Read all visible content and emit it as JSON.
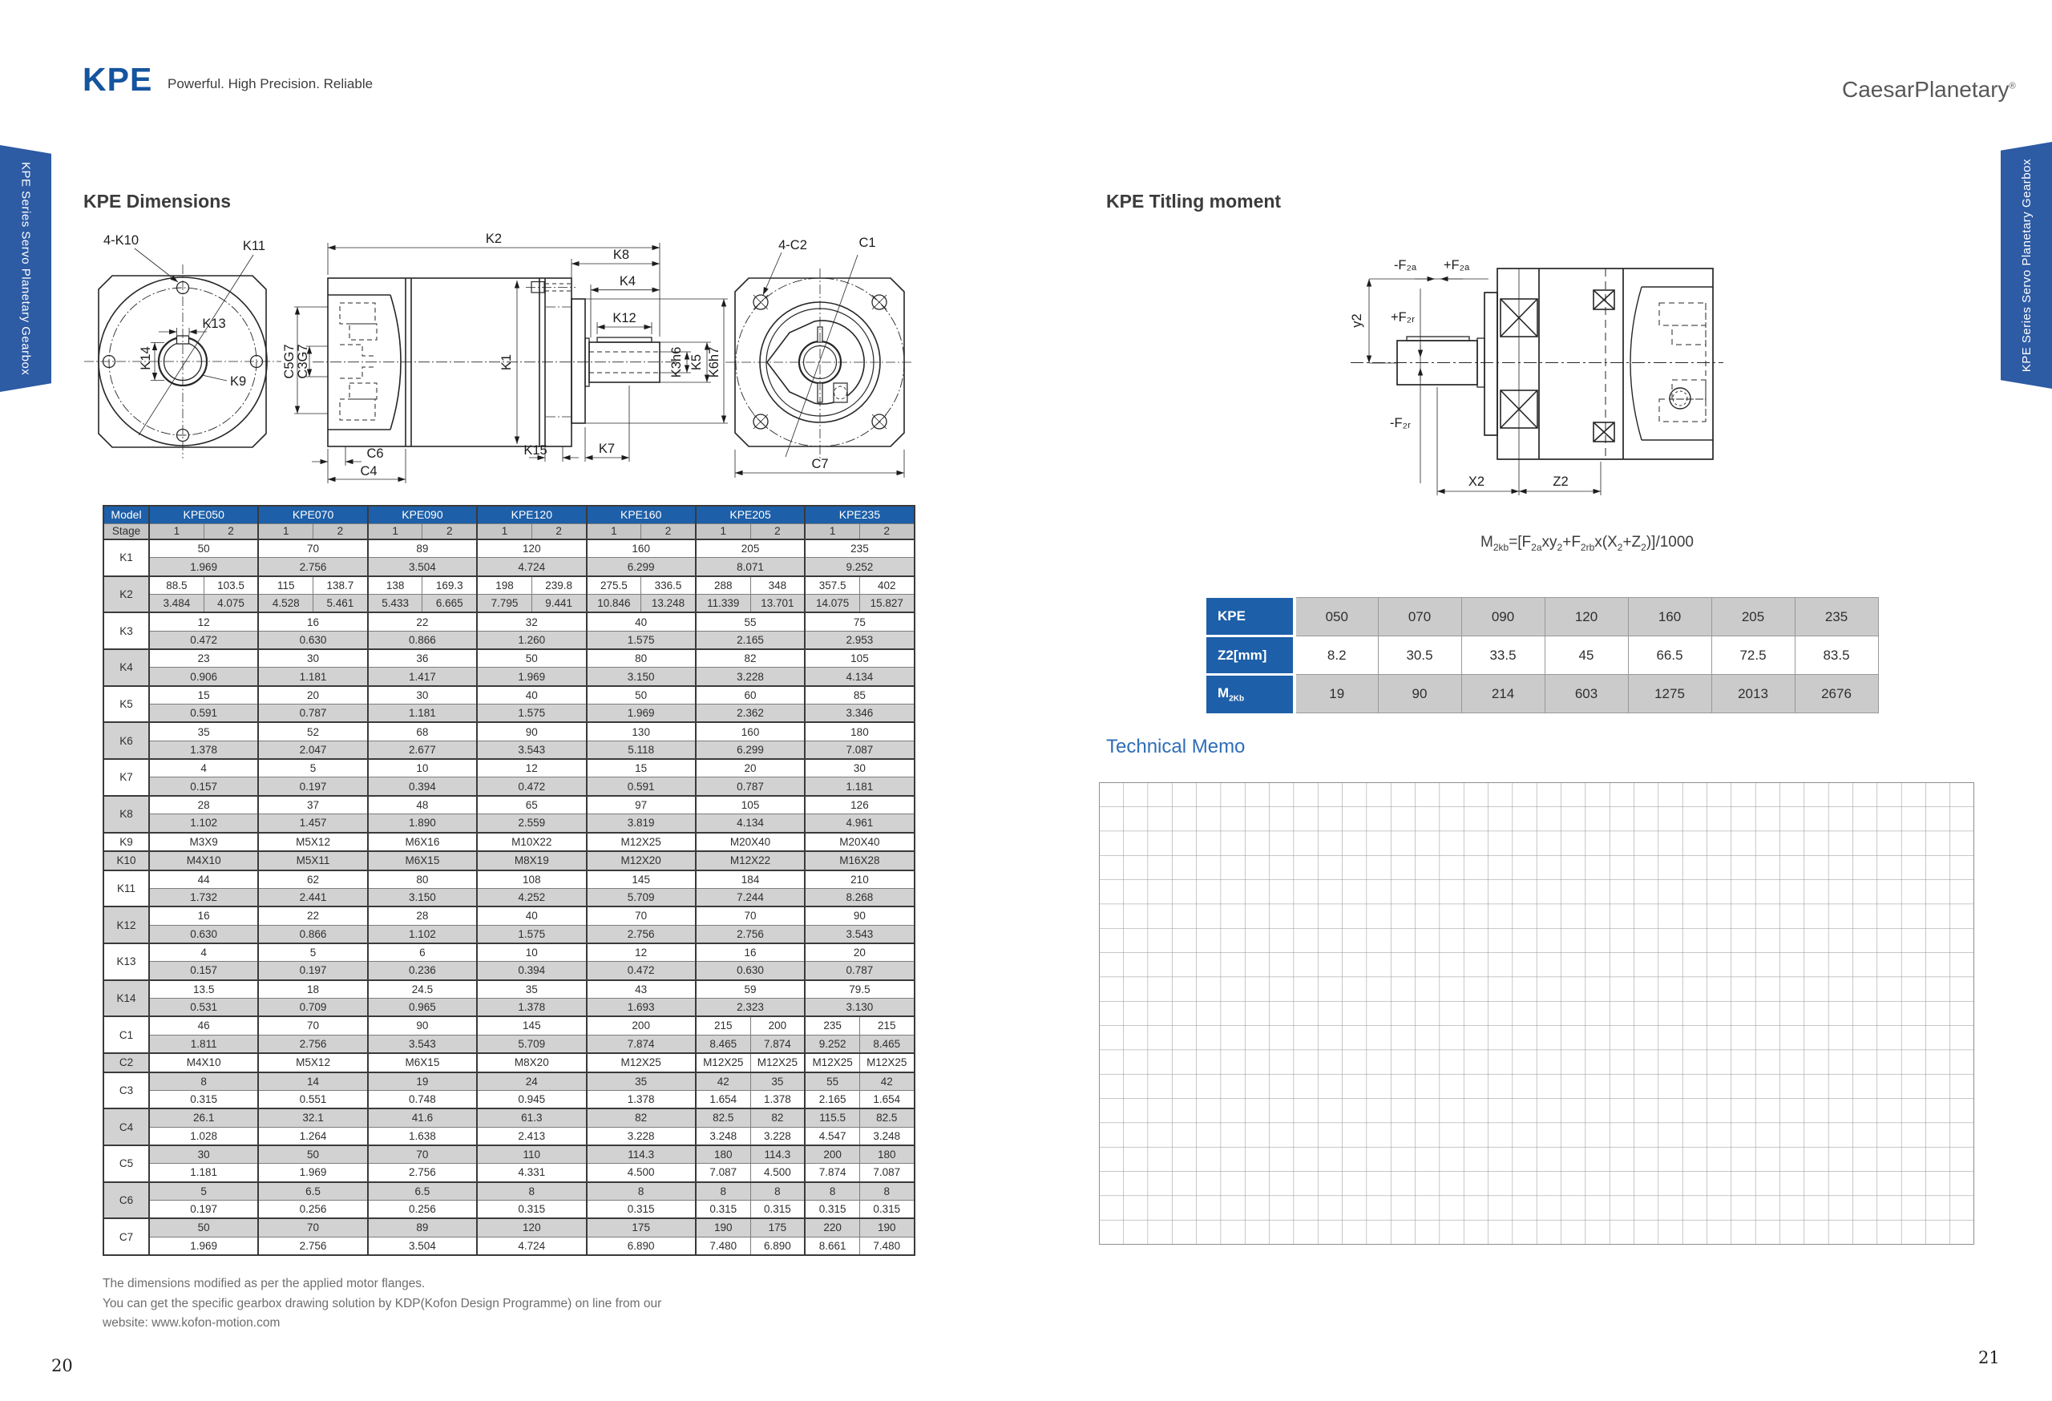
{
  "header": {
    "series": "KPE",
    "tagline": "Powerful. High Precision. Reliable",
    "brand": "CaesarPlanetary",
    "brand_mark": "®",
    "side_tab": "KPE Series Servo Planetary Gearbox"
  },
  "left_page": {
    "section_title": "KPE Dimensions",
    "page_number": "20",
    "notes": [
      "The dimensions modified as per the applied motor flanges.",
      "You can get the specific gearbox drawing solution by KDP(Kofon Design Programme) on line from our",
      "website: www.kofon-motion.com"
    ],
    "drawing_labels": {
      "front": [
        "4-K10",
        "K11",
        "K13",
        "K14",
        "K9"
      ],
      "side": [
        "K2",
        "K8",
        "K4",
        "K12",
        "C5G7",
        "C3G7",
        "K1",
        "K3h6",
        "K5",
        "K6h7",
        "K15",
        "K7",
        "C6",
        "C4"
      ],
      "rear": [
        "4-C2",
        "C1",
        "C7"
      ]
    }
  },
  "dim_table": {
    "corner_label": "Model",
    "stage_label": "Stage",
    "models": [
      "KPE050",
      "KPE070",
      "KPE090",
      "KPE120",
      "KPE160",
      "KPE205",
      "KPE235"
    ],
    "stages": [
      "1",
      "2"
    ],
    "groups": [
      {
        "label": "K1",
        "rows": [
          [
            "50",
            "70",
            "89",
            "120",
            "160",
            "205",
            "235"
          ],
          [
            "1.969",
            "2.756",
            "3.504",
            "4.724",
            "6.299",
            "8.071",
            "9.252"
          ]
        ]
      },
      {
        "label": "K2",
        "rows": [
          [
            [
              "88.5",
              "103.5"
            ],
            [
              "115",
              "138.7"
            ],
            [
              "138",
              "169.3"
            ],
            [
              "198",
              "239.8"
            ],
            [
              "275.5",
              "336.5"
            ],
            [
              "288",
              "348"
            ],
            [
              "357.5",
              "402"
            ]
          ],
          [
            [
              "3.484",
              "4.075"
            ],
            [
              "4.528",
              "5.461"
            ],
            [
              "5.433",
              "6.665"
            ],
            [
              "7.795",
              "9.441"
            ],
            [
              "10.846",
              "13.248"
            ],
            [
              "11.339",
              "13.701"
            ],
            [
              "14.075",
              "15.827"
            ]
          ]
        ]
      },
      {
        "label": "K3",
        "rows": [
          [
            "12",
            "16",
            "22",
            "32",
            "40",
            "55",
            "75"
          ],
          [
            "0.472",
            "0.630",
            "0.866",
            "1.260",
            "1.575",
            "2.165",
            "2.953"
          ]
        ]
      },
      {
        "label": "K4",
        "rows": [
          [
            "23",
            "30",
            "36",
            "50",
            "80",
            "82",
            "105"
          ],
          [
            "0.906",
            "1.181",
            "1.417",
            "1.969",
            "3.150",
            "3.228",
            "4.134"
          ]
        ]
      },
      {
        "label": "K5",
        "rows": [
          [
            "15",
            "20",
            "30",
            "40",
            "50",
            "60",
            "85"
          ],
          [
            "0.591",
            "0.787",
            "1.181",
            "1.575",
            "1.969",
            "2.362",
            "3.346"
          ]
        ]
      },
      {
        "label": "K6",
        "rows": [
          [
            "35",
            "52",
            "68",
            "90",
            "130",
            "160",
            "180"
          ],
          [
            "1.378",
            "2.047",
            "2.677",
            "3.543",
            "5.118",
            "6.299",
            "7.087"
          ]
        ]
      },
      {
        "label": "K7",
        "rows": [
          [
            "4",
            "5",
            "10",
            "12",
            "15",
            "20",
            "30"
          ],
          [
            "0.157",
            "0.197",
            "0.394",
            "0.472",
            "0.591",
            "0.787",
            "1.181"
          ]
        ]
      },
      {
        "label": "K8",
        "rows": [
          [
            "28",
            "37",
            "48",
            "65",
            "97",
            "105",
            "126"
          ],
          [
            "1.102",
            "1.457",
            "1.890",
            "2.559",
            "3.819",
            "4.134",
            "4.961"
          ]
        ]
      },
      {
        "label": "K9",
        "rows": [
          [
            "M3X9",
            "M5X12",
            "M6X16",
            "M10X22",
            "M12X25",
            "M20X40",
            "M20X40"
          ]
        ]
      },
      {
        "label": "K10",
        "rows": [
          [
            "M4X10",
            "M5X11",
            "M6X15",
            "M8X19",
            "M12X20",
            "M12X22",
            "M16X28"
          ]
        ]
      },
      {
        "label": "K11",
        "rows": [
          [
            "44",
            "62",
            "80",
            "108",
            "145",
            "184",
            "210"
          ],
          [
            "1.732",
            "2.441",
            "3.150",
            "4.252",
            "5.709",
            "7.244",
            "8.268"
          ]
        ]
      },
      {
        "label": "K12",
        "rows": [
          [
            "16",
            "22",
            "28",
            "40",
            "70",
            "70",
            "90"
          ],
          [
            "0.630",
            "0.866",
            "1.102",
            "1.575",
            "2.756",
            "2.756",
            "3.543"
          ]
        ]
      },
      {
        "label": "K13",
        "rows": [
          [
            "4",
            "5",
            "6",
            "10",
            "12",
            "16",
            "20"
          ],
          [
            "0.157",
            "0.197",
            "0.236",
            "0.394",
            "0.472",
            "0.630",
            "0.787"
          ]
        ]
      },
      {
        "label": "K14",
        "rows": [
          [
            "13.5",
            "18",
            "24.5",
            "35",
            "43",
            "59",
            "79.5"
          ],
          [
            "0.531",
            "0.709",
            "0.965",
            "1.378",
            "1.693",
            "2.323",
            "3.130"
          ]
        ]
      },
      {
        "label": "C1",
        "rows": [
          [
            "46",
            "70",
            "90",
            "145",
            "200",
            [
              "215",
              "200"
            ],
            [
              "235",
              "215"
            ]
          ],
          [
            "1.811",
            "2.756",
            "3.543",
            "5.709",
            "7.874",
            [
              "8.465",
              "7.874"
            ],
            [
              "9.252",
              "8.465"
            ]
          ]
        ]
      },
      {
        "label": "C2",
        "rows": [
          [
            "M4X10",
            "M5X12",
            "M6X15",
            "M8X20",
            "M12X25",
            [
              "M12X25",
              "M12X25"
            ],
            [
              "M12X25",
              "M12X25"
            ]
          ]
        ]
      },
      {
        "label": "C3",
        "rows": [
          [
            "8",
            "14",
            "19",
            "24",
            "35",
            [
              "42",
              "35"
            ],
            [
              "55",
              "42"
            ]
          ],
          [
            "0.315",
            "0.551",
            "0.748",
            "0.945",
            "1.378",
            [
              "1.654",
              "1.378"
            ],
            [
              "2.165",
              "1.654"
            ]
          ]
        ]
      },
      {
        "label": "C4",
        "rows": [
          [
            "26.1",
            "32.1",
            "41.6",
            "61.3",
            "82",
            [
              "82.5",
              "82"
            ],
            [
              "115.5",
              "82.5"
            ]
          ],
          [
            "1.028",
            "1.264",
            "1.638",
            "2.413",
            "3.228",
            [
              "3.248",
              "3.228"
            ],
            [
              "4.547",
              "3.248"
            ]
          ]
        ]
      },
      {
        "label": "C5",
        "rows": [
          [
            "30",
            "50",
            "70",
            "110",
            "114.3",
            [
              "180",
              "114.3"
            ],
            [
              "200",
              "180"
            ]
          ],
          [
            "1.181",
            "1.969",
            "2.756",
            "4.331",
            "4.500",
            [
              "7.087",
              "4.500"
            ],
            [
              "7.874",
              "7.087"
            ]
          ]
        ]
      },
      {
        "label": "C6",
        "rows": [
          [
            "5",
            "6.5",
            "6.5",
            "8",
            "8",
            [
              "8",
              "8"
            ],
            [
              "8",
              "8"
            ]
          ],
          [
            "0.197",
            "0.256",
            "0.256",
            "0.315",
            "0.315",
            [
              "0.315",
              "0.315"
            ],
            [
              "0.315",
              "0.315"
            ]
          ]
        ]
      },
      {
        "label": "C7",
        "rows": [
          [
            "50",
            "70",
            "89",
            "120",
            "175",
            [
              "190",
              "175"
            ],
            [
              "220",
              "190"
            ]
          ],
          [
            "1.969",
            "2.756",
            "3.504",
            "4.724",
            "6.890",
            [
              "7.480",
              "6.890"
            ],
            [
              "8.661",
              "7.480"
            ]
          ]
        ]
      }
    ]
  },
  "right_page": {
    "section_title": "KPE Titling moment",
    "memo_title": "Technical Memo",
    "page_number": "21",
    "drawing_labels": {
      "moment": [
        "-F₂ₐ",
        "+F₂ₐ",
        "y2",
        "+F₂ᵣ",
        "-F₂ᵣ",
        "X2",
        "Z2"
      ]
    },
    "formula": {
      "segments": [
        [
          "n",
          "M"
        ],
        [
          "s",
          "2kb"
        ],
        [
          "n",
          "=[F"
        ],
        [
          "s",
          "2a"
        ],
        [
          "n",
          "xy"
        ],
        [
          "s",
          "2"
        ],
        [
          "n",
          "+F"
        ],
        [
          "s",
          "2rb"
        ],
        [
          "n",
          "x(X"
        ],
        [
          "s",
          "2"
        ],
        [
          "n",
          "+Z"
        ],
        [
          "s",
          "2"
        ],
        [
          "n",
          ")]/1000"
        ]
      ]
    },
    "moment_table": {
      "rows": [
        {
          "label": "KPE",
          "shade": "g",
          "cells": [
            "050",
            "070",
            "090",
            "120",
            "160",
            "205",
            "235"
          ]
        },
        {
          "label": "Z2[mm]",
          "shade": "w",
          "cells": [
            "8.2",
            "30.5",
            "33.5",
            "45",
            "66.5",
            "72.5",
            "83.5"
          ]
        },
        {
          "label": "M",
          "label_sub": "2Kb",
          "shade": "g",
          "cells": [
            "19",
            "90",
            "214",
            "603",
            "1275",
            "2013",
            "2676"
          ]
        }
      ]
    }
  }
}
